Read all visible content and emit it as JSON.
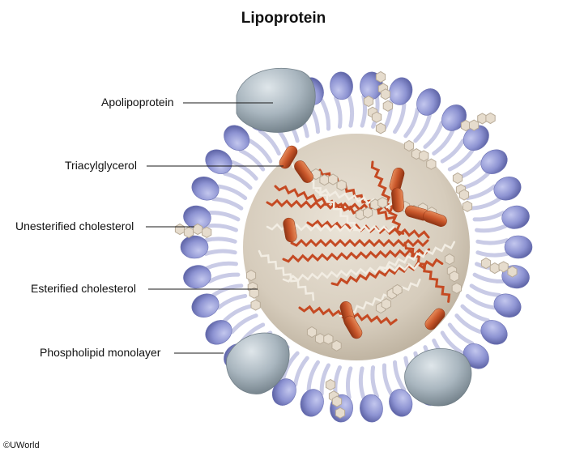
{
  "title": "Lipoprotein",
  "labels": {
    "apolipoprotein": "Apolipoprotein",
    "triacylglycerol": "Triacylglycerol",
    "unesterified_cholesterol": "Unesterified cholesterol",
    "esterified_cholesterol": "Esterified cholesterol",
    "phospholipid_monolayer": "Phospholipid monolayer"
  },
  "credit": "©UWorld",
  "colors": {
    "phospholipid_head": "#8d93d2",
    "phospholipid_tail": "#c9cbe6",
    "core": "#d9cfc0",
    "triacylglycerol": "#c8562a",
    "apolipoprotein": "#a9b6bf",
    "cholesterol": "#e6dccd"
  }
}
